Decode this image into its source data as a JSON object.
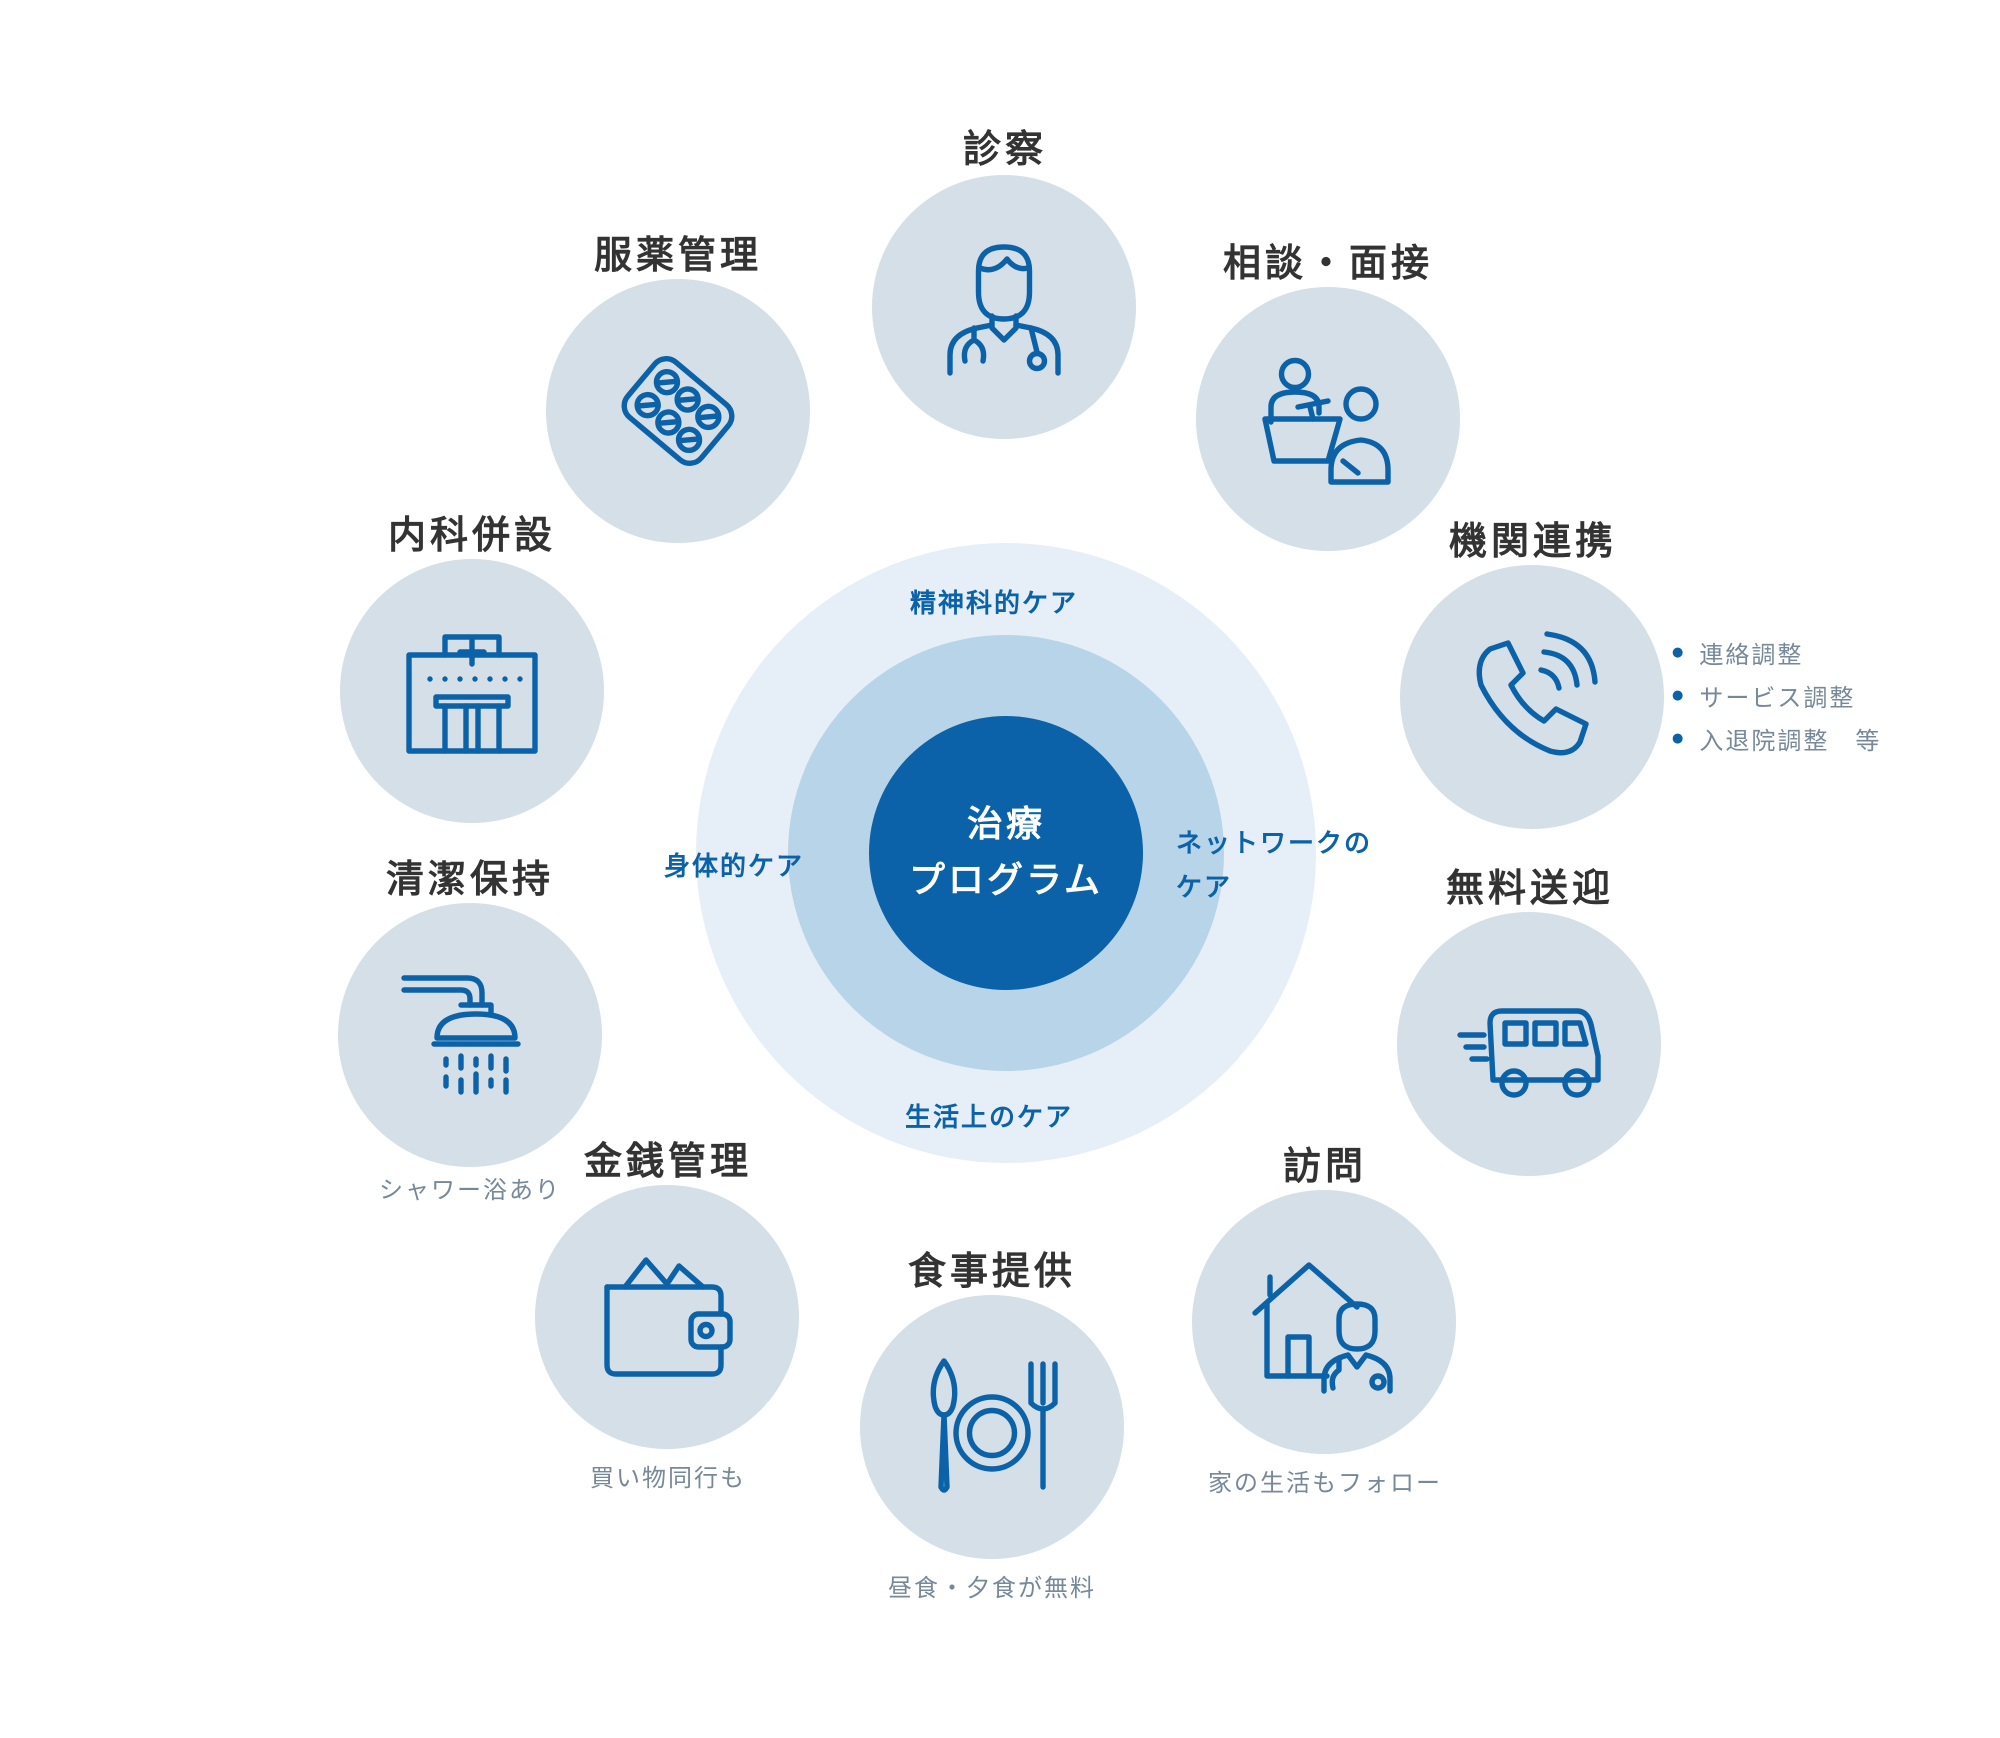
{
  "center": {
    "line1": "治療",
    "line2": "プログラム"
  },
  "care": {
    "top": "精神科的ケア",
    "left": "身体的ケア",
    "right_line1": "ネットワークの",
    "right_line2": "ケア",
    "bottom": "生活上のケア"
  },
  "nodes": {
    "shinsatsu": {
      "title": "診察",
      "icon": "doctor-icon"
    },
    "soudan": {
      "title": "相談・面接",
      "icon": "consultation-icon"
    },
    "kikan": {
      "title": "機関連携",
      "icon": "phone-icon",
      "bullets": [
        "連絡調整",
        "サービス調整",
        "入退院調整　等"
      ]
    },
    "souge": {
      "title": "無料送迎",
      "icon": "van-icon"
    },
    "houmon": {
      "title": "訪問",
      "icon": "home-visit-icon",
      "sub": "家の生活もフォロー"
    },
    "shokuji": {
      "title": "食事提供",
      "icon": "meal-icon",
      "sub": "昼食・夕食が無料"
    },
    "kinsen": {
      "title": "金銭管理",
      "icon": "wallet-icon",
      "sub": "買い物同行も"
    },
    "seiketsu": {
      "title": "清潔保持",
      "icon": "shower-icon",
      "sub": "シャワー浴あり"
    },
    "naika": {
      "title": "内科併設",
      "icon": "hospital-icon"
    },
    "fukuyaku": {
      "title": "服薬管理",
      "icon": "pill-pack-icon"
    }
  },
  "colors": {
    "accent": "#0b62a8",
    "node_bg": "#d4dfe7",
    "ring_outer": "#e6eff7",
    "ring_middle": "#b8d4e8"
  }
}
